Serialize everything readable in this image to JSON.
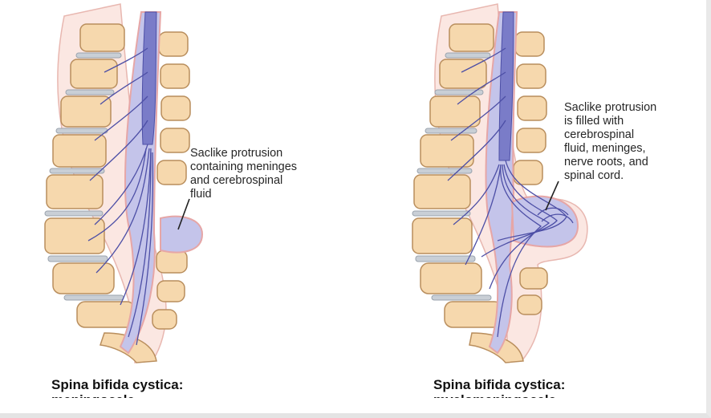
{
  "panels": [
    {
      "callout_lines": [
        "Saclike protrusion",
        "containing meninges",
        "and cerebrospinal",
        "fluid"
      ],
      "caption_lines": [
        "Spina bifida cystica:",
        "meningocele"
      ]
    },
    {
      "callout_lines": [
        "Saclike protrusion",
        "is filled with",
        "cerebrospinal",
        "fluid, meninges,",
        "nerve roots, and",
        "spinal cord."
      ],
      "caption_lines": [
        "Spina bifida cystica:",
        "myelomeningocele"
      ]
    }
  ],
  "colors": {
    "bone_fill": "#f6d8ad",
    "bone_stroke": "#b98e5d",
    "disc_fill": "#c9cfd6",
    "canal_fill": "#c4c4ea",
    "nerve_stroke": "#4d4fa6",
    "meninges_stroke": "#e6a6a6",
    "skin_fill": "#fbe7e2"
  }
}
